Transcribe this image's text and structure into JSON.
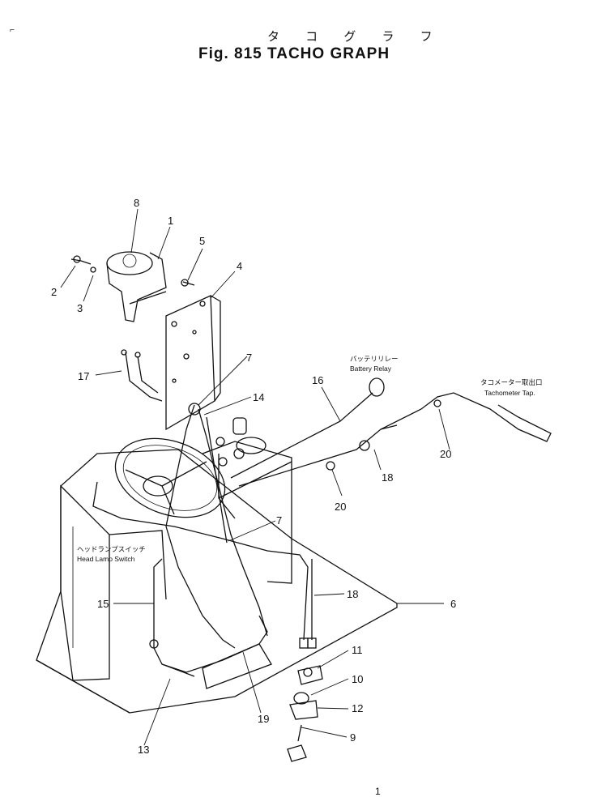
{
  "title_jp": "タ コ グ ラ フ",
  "title": "Fig. 815 TACHO GRAPH",
  "callouts": {
    "battery_relay_jp": "バッテリリレー",
    "battery_relay_en": "Battery Relay",
    "tacho_tap_jp": "タコメーター取出口",
    "tacho_tap_en": "Tachometer Tap.",
    "head_lamp_jp": "ヘッドランプスイッチ",
    "head_lamp_en": "Head Lamp Switch"
  },
  "part_numbers": {
    "p1": "1",
    "p2": "2",
    "p3": "3",
    "p4": "4",
    "p5": "5",
    "p6": "6",
    "p7a": "7",
    "p7b": "7",
    "p8": "8",
    "p9": "9",
    "p10": "10",
    "p11": "11",
    "p12": "12",
    "p13": "13",
    "p14": "14",
    "p15": "15",
    "p16": "16",
    "p17": "17",
    "p18a": "18",
    "p18b": "18",
    "p19": "19",
    "p20a": "20",
    "p20b": "20"
  },
  "page_mark": "1"
}
